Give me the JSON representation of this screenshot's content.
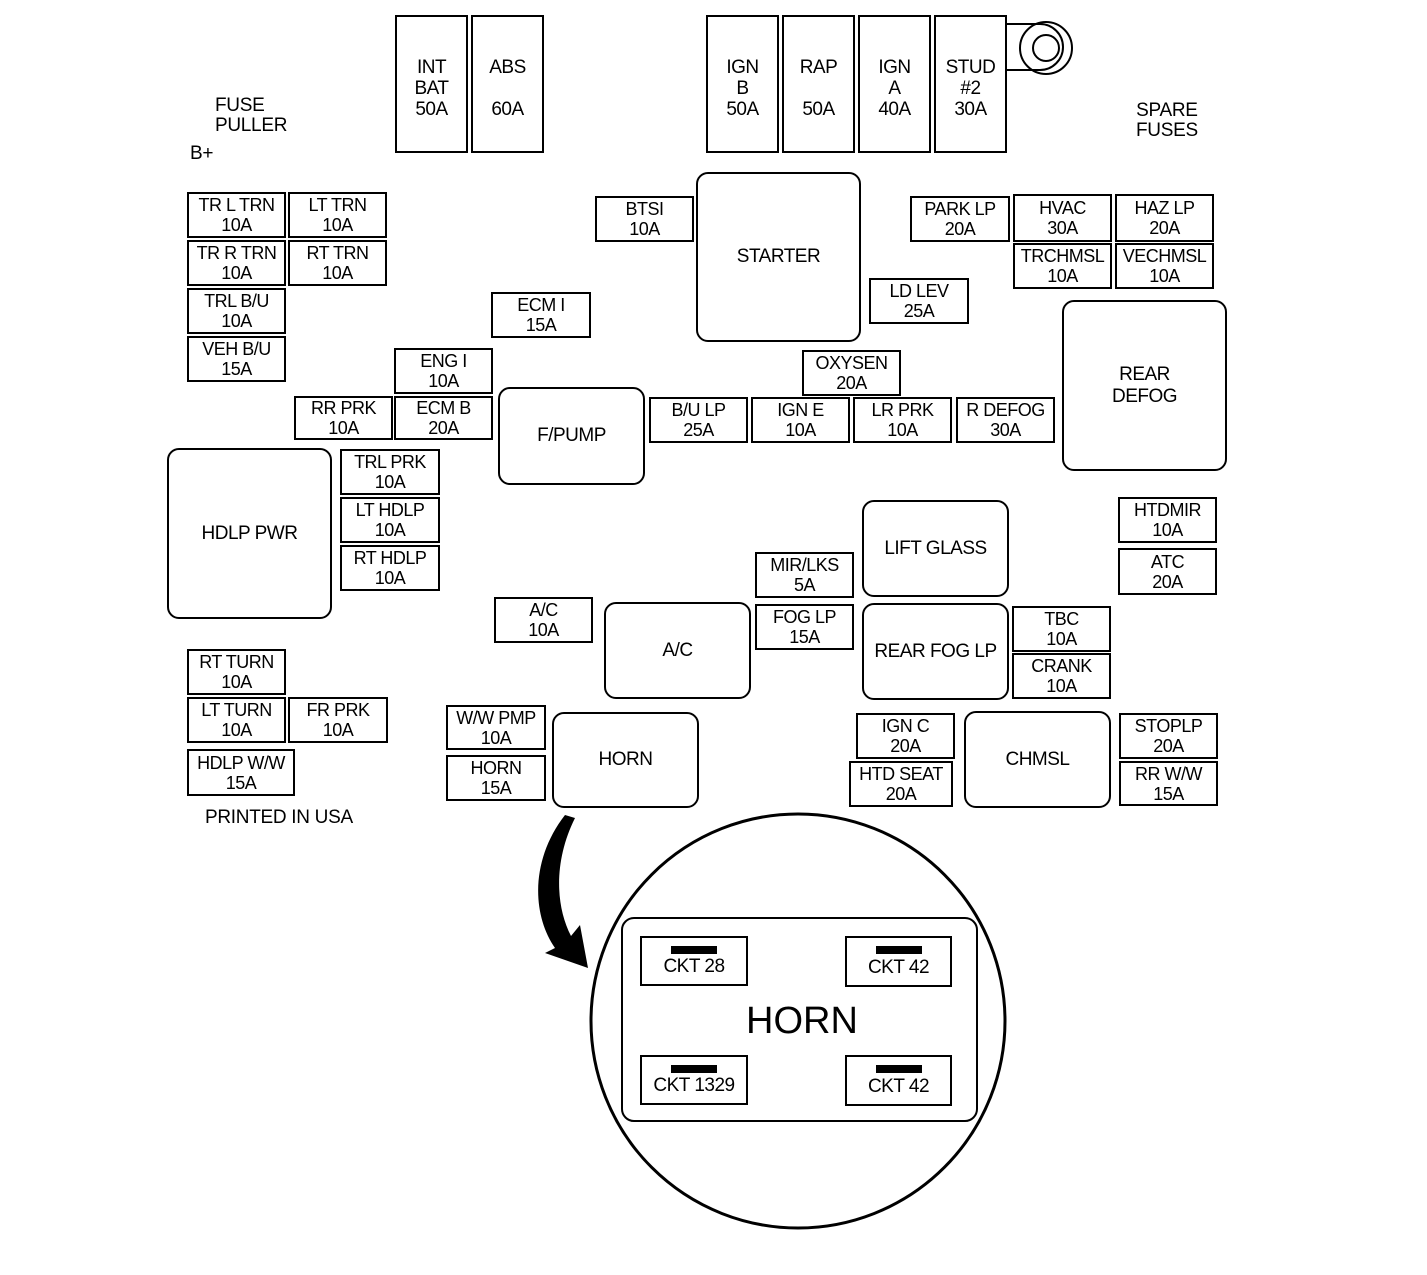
{
  "diagram": {
    "fuse_puller": [
      "FUSE",
      "PULLER"
    ],
    "b_plus": "B+",
    "spare_fuses": [
      "SPARE",
      "FUSES"
    ],
    "printed": "PRINTED IN USA",
    "maxi": {
      "int_bat": [
        "INT",
        "BAT",
        "50A"
      ],
      "abs": [
        "ABS",
        "",
        "60A"
      ],
      "ign_b": [
        "IGN",
        "B",
        "50A"
      ],
      "rap": [
        "RAP",
        "",
        "50A"
      ],
      "ign_a": [
        "IGN",
        "A",
        "40A"
      ],
      "stud2": [
        "STUD",
        "#2",
        "30A"
      ]
    },
    "fuses": {
      "tr_l_trn": [
        "TR L TRN",
        "10A"
      ],
      "lt_trn": [
        "LT TRN",
        "10A"
      ],
      "tr_r_trn": [
        "TR R TRN",
        "10A"
      ],
      "rt_trn": [
        "RT TRN",
        "10A"
      ],
      "trl_bu": [
        "TRL B/U",
        "10A"
      ],
      "veh_bu": [
        "VEH B/U",
        "15A"
      ],
      "eng_i": [
        "ENG I",
        "10A"
      ],
      "rr_prk": [
        "RR PRK",
        "10A"
      ],
      "ecm_b": [
        "ECM B",
        "20A"
      ],
      "trl_prk": [
        "TRL PRK",
        "10A"
      ],
      "lt_hdlp": [
        "LT HDLP",
        "10A"
      ],
      "rt_hdlp": [
        "RT HDLP",
        "10A"
      ],
      "btsi": [
        "BTSI",
        "10A"
      ],
      "ecm_i": [
        "ECM I",
        "15A"
      ],
      "park_lp": [
        "PARK LP",
        "20A"
      ],
      "hvac": [
        "HVAC",
        "30A"
      ],
      "haz_lp": [
        "HAZ LP",
        "20A"
      ],
      "trchmsl": [
        "TRCHMSL",
        "10A"
      ],
      "vechmsl": [
        "VECHMSL",
        "10A"
      ],
      "ld_lev": [
        "LD LEV",
        "25A"
      ],
      "oxysen": [
        "OXYSEN",
        "20A"
      ],
      "bu_lp": [
        "B/U LP",
        "25A"
      ],
      "ign_e": [
        "IGN E",
        "10A"
      ],
      "lr_prk": [
        "LR PRK",
        "10A"
      ],
      "r_defog": [
        "R DEFOG",
        "30A"
      ],
      "htdmir": [
        "HTDMIR",
        "10A"
      ],
      "atc": [
        "ATC",
        "20A"
      ],
      "mir_lks": [
        "MIR/LKS",
        "5A"
      ],
      "fog_lp": [
        "FOG LP",
        "15A"
      ],
      "ac_fuse": [
        "A/C",
        "10A"
      ],
      "tbc": [
        "TBC",
        "10A"
      ],
      "crank": [
        "CRANK",
        "10A"
      ],
      "rt_turn": [
        "RT TURN",
        "10A"
      ],
      "lt_turn": [
        "LT TURN",
        "10A"
      ],
      "fr_prk": [
        "FR PRK",
        "10A"
      ],
      "hdlp_ww": [
        "HDLP W/W",
        "15A"
      ],
      "ww_pmp": [
        "W/W PMP",
        "10A"
      ],
      "horn_fuse": [
        "HORN",
        "15A"
      ],
      "ign_c": [
        "IGN C",
        "20A"
      ],
      "htd_seat": [
        "HTD SEAT",
        "20A"
      ],
      "stoplp": [
        "STOPLP",
        "20A"
      ],
      "rr_ww": [
        "RR W/W",
        "15A"
      ]
    },
    "relays": {
      "starter": "STARTER",
      "rear_defog": [
        "REAR",
        "DEFOG"
      ],
      "f_pump": "F/PUMP",
      "hdlp_pwr": "HDLP PWR",
      "lift_glass": "LIFT GLASS",
      "ac": "A/C",
      "rear_fog_lp": "REAR FOG LP",
      "horn": "HORN",
      "chmsl": "CHMSL"
    },
    "horn_detail": {
      "title": "HORN",
      "terminals": [
        "CKT 28",
        "CKT 42",
        "CKT 1329",
        "CKT 42"
      ]
    }
  }
}
